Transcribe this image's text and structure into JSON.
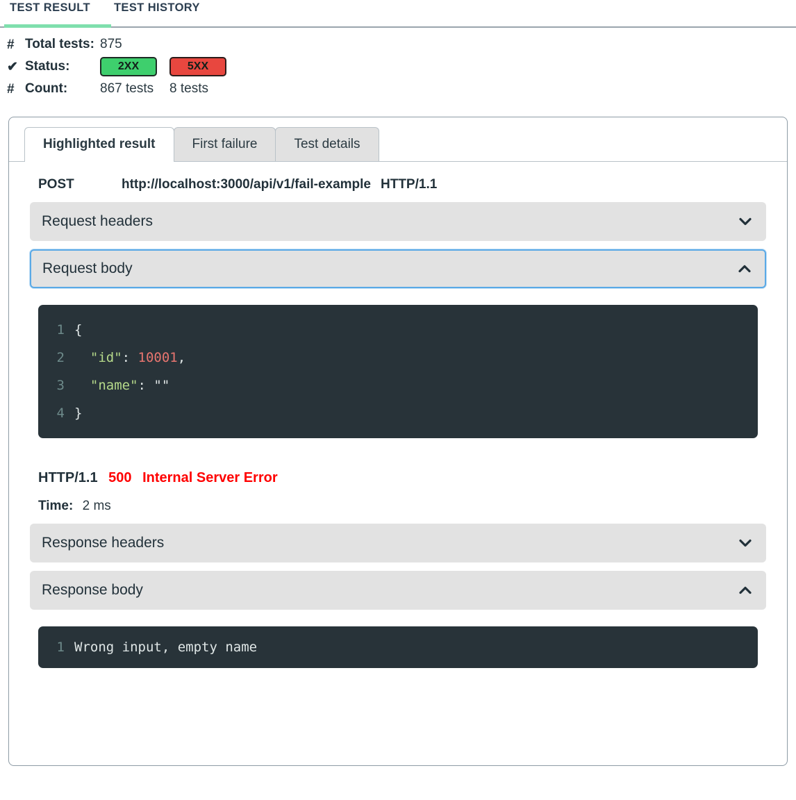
{
  "top_tabs": [
    {
      "label": "TEST RESULT",
      "active": true
    },
    {
      "label": "TEST HISTORY",
      "active": false
    }
  ],
  "summary": {
    "total": {
      "icon": "hash-icon",
      "icon_glyph": "#",
      "label": "Total tests:",
      "value": "875"
    },
    "status": {
      "icon": "check-icon",
      "icon_glyph": "✔",
      "label": "Status:",
      "badges": [
        {
          "text": "2XX",
          "color": "#3ecf6d"
        },
        {
          "text": "5XX",
          "color": "#e8473f"
        }
      ]
    },
    "count": {
      "icon": "hash-icon",
      "icon_glyph": "#",
      "label": "Count:",
      "values": [
        "867 tests",
        "8 tests"
      ]
    }
  },
  "card": {
    "tabs": [
      {
        "label": "Highlighted result",
        "active": true
      },
      {
        "label": "First failure",
        "active": false
      },
      {
        "label": "Test details",
        "active": false
      }
    ],
    "request": {
      "method": "POST",
      "url": "http://localhost:3000/api/v1/fail-example",
      "protocol": "HTTP/1.1",
      "headers_section": {
        "label": "Request headers",
        "expanded": false,
        "icon": "chevron-down-icon"
      },
      "body_section": {
        "label": "Request body",
        "expanded": true,
        "focused": true,
        "icon": "chevron-up-icon"
      },
      "body_code": {
        "lines": [
          {
            "no": "1",
            "tokens": [
              {
                "t": "{",
                "c": "p"
              }
            ]
          },
          {
            "no": "2",
            "tokens": [
              {
                "t": "  \"id\"",
                "c": "k"
              },
              {
                "t": ": ",
                "c": "p"
              },
              {
                "t": "10001",
                "c": "n"
              },
              {
                "t": ",",
                "c": "p"
              }
            ]
          },
          {
            "no": "3",
            "tokens": [
              {
                "t": "  \"name\"",
                "c": "k"
              },
              {
                "t": ": ",
                "c": "p"
              },
              {
                "t": "\"\"",
                "c": "p"
              }
            ]
          },
          {
            "no": "4",
            "tokens": [
              {
                "t": "}",
                "c": "p"
              }
            ]
          }
        ]
      }
    },
    "response": {
      "protocol": "HTTP/1.1",
      "status_code": "500",
      "status_phrase": "Internal Server Error",
      "status_color": "#ff0000",
      "time_label": "Time:",
      "time_value": "2 ms",
      "headers_section": {
        "label": "Response headers",
        "expanded": false,
        "icon": "chevron-down-icon"
      },
      "body_section": {
        "label": "Response body",
        "expanded": true,
        "focused": false,
        "icon": "chevron-up-icon"
      },
      "body_code": {
        "lines": [
          {
            "no": "1",
            "tokens": [
              {
                "t": "Wrong input, empty name",
                "c": "p"
              }
            ]
          }
        ]
      }
    }
  }
}
